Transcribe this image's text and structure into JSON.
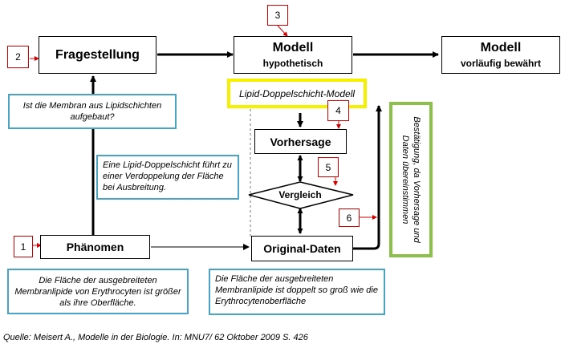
{
  "boxes": {
    "fragestellung": "Fragestellung",
    "modell_hyp_title": "Modell",
    "modell_hyp_sub": "hypothetisch",
    "modell_bew_title": "Modell",
    "modell_bew_sub": "vorläufig bewährt",
    "lipid_model": "Lipid-Doppelschicht-Modell",
    "vorhersage": "Vorhersage",
    "vergleich": "Vergleich",
    "phaenomen": "Phänomen",
    "original_daten": "Original-Daten"
  },
  "numbers": [
    "1",
    "2",
    "3",
    "4",
    "5",
    "6"
  ],
  "notes": {
    "question": "Ist die Membran aus Lipidschichten aufgebaut?",
    "hypothesis": "Eine Lipid-Doppelschicht führt zu einer Verdoppelung der Fläche bei Ausbreitung.",
    "phenomenon": "Die Fläche der ausgebreiteten Membranlipide von Erythrocyten  ist größer als ihre Oberfläche.",
    "data": "Die Fläche der ausgebreiteten Membranlipide ist doppelt so groß wie die Erythrocytenoberfläche",
    "confirmation": "Bestätigung, da Vorhersage und Daten übereinstimmen"
  },
  "source": "Quelle: Meisert A., Modelle in der Biologie. In: MNU7/ 62 Oktober 2009 S. 426",
  "colors": {
    "number_border": "#d00000",
    "note_border": "#4aa3c4",
    "lipid_border": "#f5f000",
    "confirm_border": "#8cc04a"
  }
}
